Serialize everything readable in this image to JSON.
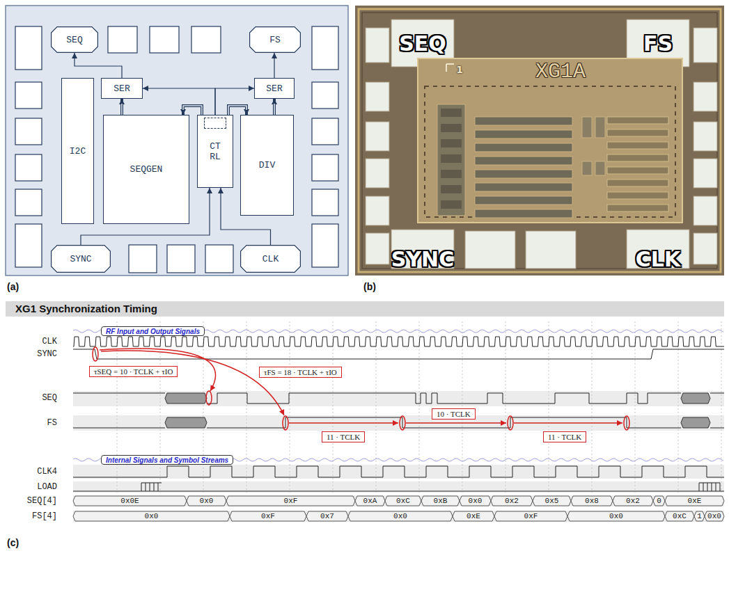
{
  "diagram": {
    "nodes": [
      {
        "text": [
          "SEQ"
        ]
      },
      {
        "text": [
          "FS"
        ]
      },
      {
        "text": [
          "SER"
        ]
      },
      {
        "text": [
          "SER"
        ]
      },
      {
        "text": [
          "I2C"
        ]
      },
      {
        "text": [
          "SEQGEN"
        ]
      },
      {
        "text": [
          "CT RL"
        ]
      },
      {
        "text": [
          "DIV"
        ]
      },
      {
        "text": [
          "SYNC"
        ]
      },
      {
        "text": [
          "CLK"
        ]
      },
      {
        "text": [
          "RF Input and Output Signals"
        ]
      },
      {
        "text": [
          "τSEQ = 10 · TCLK + τIO"
        ]
      },
      {
        "text": [
          "τFS = 18 · TCLK + τIO"
        ]
      },
      {
        "text": [
          "10 · TCLK"
        ]
      },
      {
        "text": [
          "11 · TCLK"
        ]
      },
      {
        "text": [
          "11 · TCLK"
        ]
      },
      {
        "text": [
          "Internal Signals and Symbol Streams"
        ]
      }
    ],
    "edges": [
      {
        "from": 2,
        "to": 0,
        "arrow": "to"
      },
      {
        "from": 5,
        "to": 2,
        "arrow": "to"
      },
      {
        "from": 6,
        "to": 2,
        "arrow": "to"
      },
      {
        "from": 6,
        "to": 3,
        "arrow": "to"
      },
      {
        "from": 6,
        "to": 5,
        "arrow": "to"
      },
      {
        "from": 6,
        "to": 7,
        "arrow": "to"
      },
      {
        "from": 7,
        "to": 3,
        "arrow": "to"
      },
      {
        "from": 3,
        "to": 1,
        "arrow": "to"
      },
      {
        "from": 8,
        "to": 6,
        "arrow": "to"
      },
      {
        "from": 9,
        "to": 6,
        "arrow": "to"
      }
    ],
    "labels": [
      "(a)",
      "(b)",
      "(c)",
      "SEQ",
      "FS",
      "SYNC",
      "CLK",
      "1",
      "XG1A",
      "XG1 Synchronization Timing",
      "CLK",
      "SYNC",
      "SEQ",
      "FS",
      "CLK4",
      "LOAD",
      "SEQ[4]",
      "FS[4]",
      "0x0E",
      "0x0",
      "0xF",
      "0xA",
      "0xC",
      "0xB",
      "0x0",
      "0x2",
      "0x5",
      "0x8",
      "0x2",
      "0",
      "0xE",
      "0x0",
      "0xF",
      "0x7",
      "0x0",
      "0xE",
      "0xF",
      "0x0",
      "0xC",
      "1",
      "0x0"
    ]
  }
}
